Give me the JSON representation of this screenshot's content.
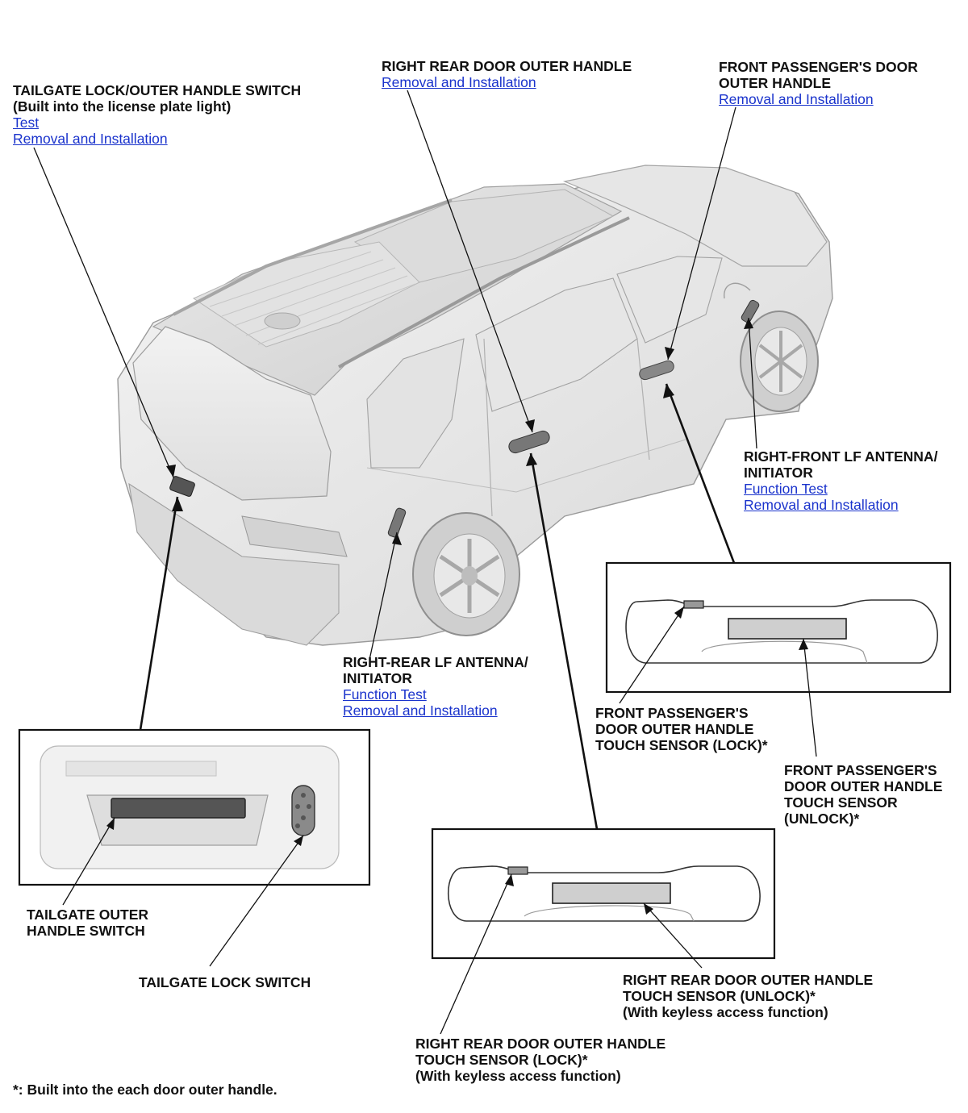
{
  "callouts": {
    "tailgate_lock_switch_top": {
      "title": "TAILGATE LOCK/OUTER HANDLE SWITCH",
      "subtitle": "(Built into the license plate light)",
      "link_test": "Test",
      "link_removal": "Removal and Installation"
    },
    "right_rear_door_handle": {
      "title": "RIGHT REAR DOOR OUTER HANDLE",
      "link_removal": "Removal and Installation"
    },
    "front_passenger_door_handle": {
      "title_line1": "FRONT PASSENGER'S DOOR",
      "title_line2": "OUTER HANDLE",
      "link_removal": "Removal and Installation"
    },
    "right_front_antenna": {
      "title_line1": "RIGHT-FRONT LF ANTENNA/",
      "title_line2": "INITIATOR",
      "link_function": "Function Test",
      "link_removal": "Removal and Installation"
    },
    "right_rear_antenna": {
      "title_line1": "RIGHT-REAR LF ANTENNA/",
      "title_line2": "INITIATOR",
      "link_function": "Function Test",
      "link_removal": "Removal and Installation"
    },
    "fp_touch_lock": {
      "line1": "FRONT PASSENGER'S",
      "line2": "DOOR OUTER HANDLE",
      "line3": "TOUCH SENSOR (LOCK)*"
    },
    "fp_touch_unlock": {
      "line1": "FRONT PASSENGER'S",
      "line2": "DOOR OUTER HANDLE",
      "line3": "TOUCH SENSOR",
      "line4": "(UNLOCK)*"
    },
    "tailgate_outer_handle_switch": {
      "line1": "TAILGATE OUTER",
      "line2": "HANDLE SWITCH"
    },
    "tailgate_lock_switch": {
      "line1": "TAILGATE LOCK SWITCH"
    },
    "rr_touch_unlock": {
      "line1": "RIGHT REAR DOOR OUTER HANDLE",
      "line2": "TOUCH SENSOR (UNLOCK)*",
      "line3": "(With keyless access function)"
    },
    "rr_touch_lock": {
      "line1": "RIGHT REAR DOOR OUTER HANDLE",
      "line2": "TOUCH SENSOR (LOCK)*",
      "line3": "(With keyless access function)"
    }
  },
  "footnote": "*: Built into the each door outer handle."
}
